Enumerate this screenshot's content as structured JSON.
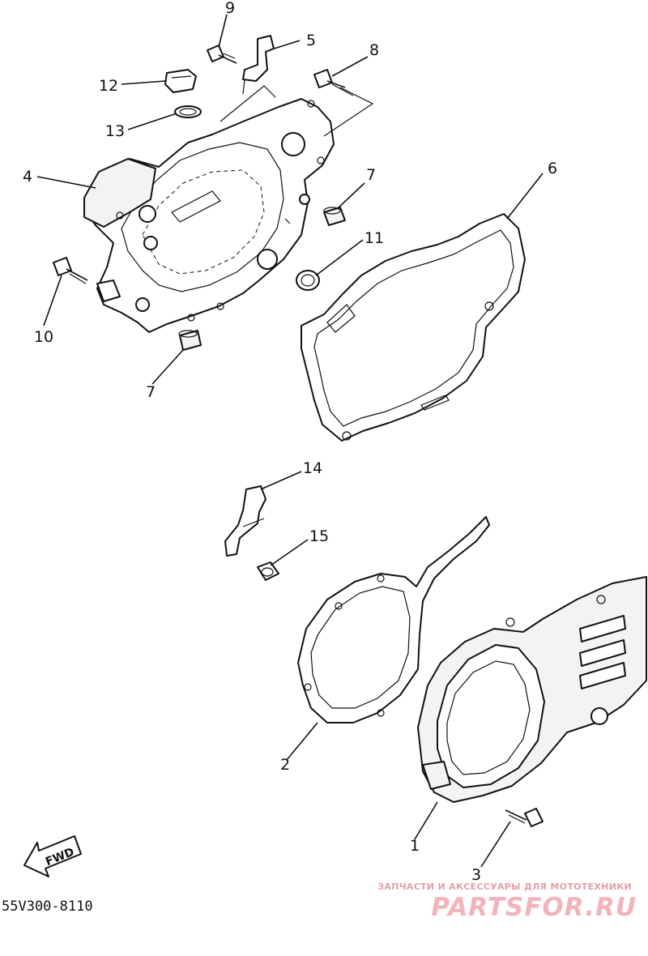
{
  "diagram": {
    "part_labels": [
      {
        "id": "1",
        "text": "1"
      },
      {
        "id": "2",
        "text": "2"
      },
      {
        "id": "3",
        "text": "3"
      },
      {
        "id": "4",
        "text": "4"
      },
      {
        "id": "5",
        "text": "5"
      },
      {
        "id": "6",
        "text": "6"
      },
      {
        "id": "7a",
        "text": "7"
      },
      {
        "id": "7b",
        "text": "7"
      },
      {
        "id": "8",
        "text": "8"
      },
      {
        "id": "9",
        "text": "9"
      },
      {
        "id": "10",
        "text": "10"
      },
      {
        "id": "11",
        "text": "11"
      },
      {
        "id": "12",
        "text": "12"
      },
      {
        "id": "13",
        "text": "13"
      },
      {
        "id": "14",
        "text": "14"
      },
      {
        "id": "15",
        "text": "15"
      }
    ],
    "direction_marker": "FWD",
    "drawing_code": "55V300-8110"
  },
  "watermark": {
    "tagline": "ЗАПЧАСТИ И АКСЕССУАРЫ ДЛЯ МОТОТЕХНИКИ",
    "brand": "PARTSFOR.RU",
    "color": "#f2b3bb"
  }
}
